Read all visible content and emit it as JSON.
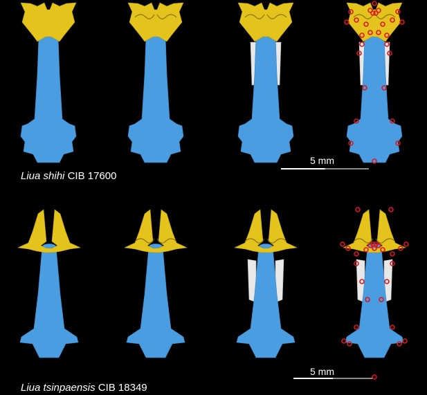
{
  "specimens": [
    {
      "taxon": "Liua shihi",
      "catalog": "CIB 17600",
      "scale_label": "5 mm"
    },
    {
      "taxon": "Liua tsinpaensis",
      "catalog": "CIB 18349",
      "scale_label": "5 mm"
    }
  ],
  "colors": {
    "background": "#000000",
    "frontoparietal": "#e3c31c",
    "parasphenoid": "#4a9de0",
    "prootic": "#e8e8e8",
    "landmark": "#e0151c",
    "scale_bar_light": "#ffffff",
    "scale_bar_dark": "#8c8c8c"
  },
  "views_per_specimen": 4,
  "landmark_view": "view-4"
}
